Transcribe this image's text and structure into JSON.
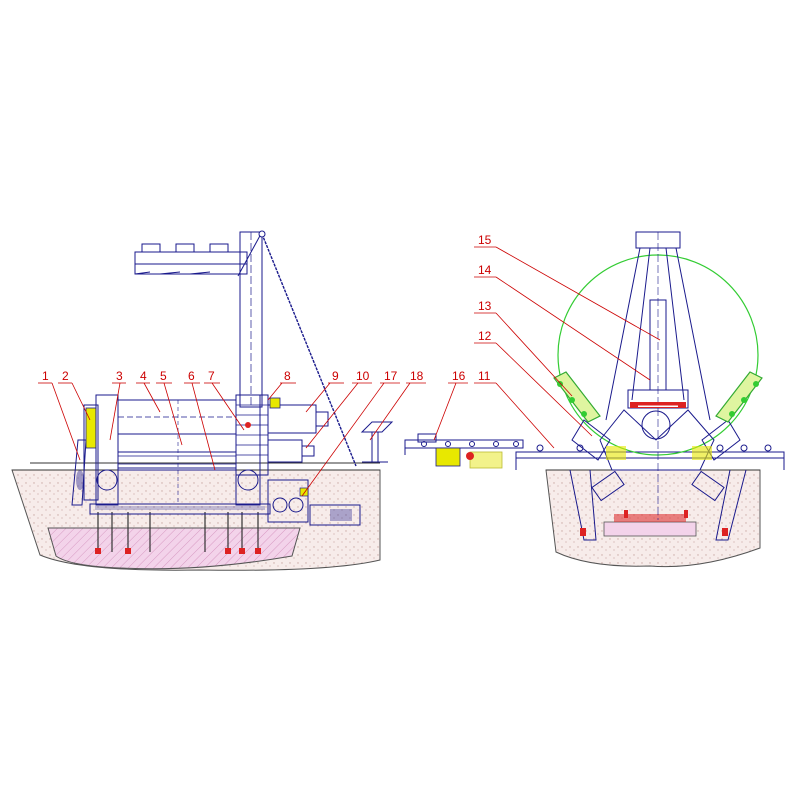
{
  "labels": {
    "l1": "1",
    "l2": "2",
    "l3": "3",
    "l4": "4",
    "l5": "5",
    "l6": "6",
    "l7": "7",
    "l8": "8",
    "l9": "9",
    "l10": "10",
    "l17": "17",
    "l18": "18",
    "l16": "16",
    "l11": "11",
    "l12": "12",
    "l13": "13",
    "l14": "14",
    "l15": "15"
  },
  "colors": {
    "label": "#cc0000",
    "outline": "#1a1a8c",
    "foundation": "#f3d3ea",
    "ground": "#f5e9e6",
    "circle": "#33cc33",
    "yellow": "#e8e800"
  }
}
